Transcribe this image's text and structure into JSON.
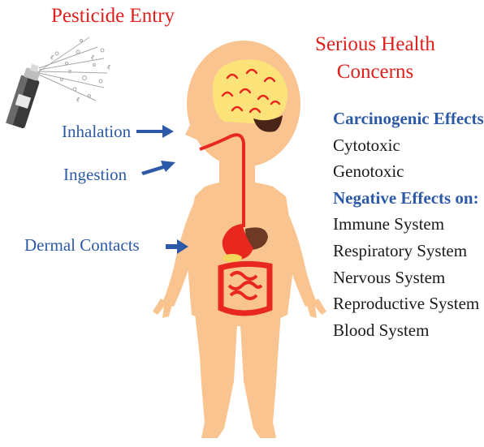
{
  "entry": {
    "title": "Pesticide Entry",
    "routes": [
      "Inhalation",
      "Ingestion",
      "Dermal Contacts"
    ]
  },
  "concerns": {
    "title_line1": "Serious Health",
    "title_line2": "Concerns",
    "carcinogenic_heading": "Carcinogenic Effects",
    "carcinogenic_items": [
      "Cytotoxic",
      "Genotoxic"
    ],
    "negative_heading": "Negative Effects on:",
    "negative_items": [
      "Immune System",
      "Respiratory System",
      "Nervous System",
      "Reproductive System",
      "Blood System"
    ]
  },
  "colors": {
    "title_red": "#e0201c",
    "route_blue": "#2d5aa8",
    "skin": "#f9c490",
    "brain": "#fbe37a",
    "organ_red": "#e8281e"
  },
  "icons": [
    "spray-can-icon",
    "spray-mist-icon"
  ]
}
